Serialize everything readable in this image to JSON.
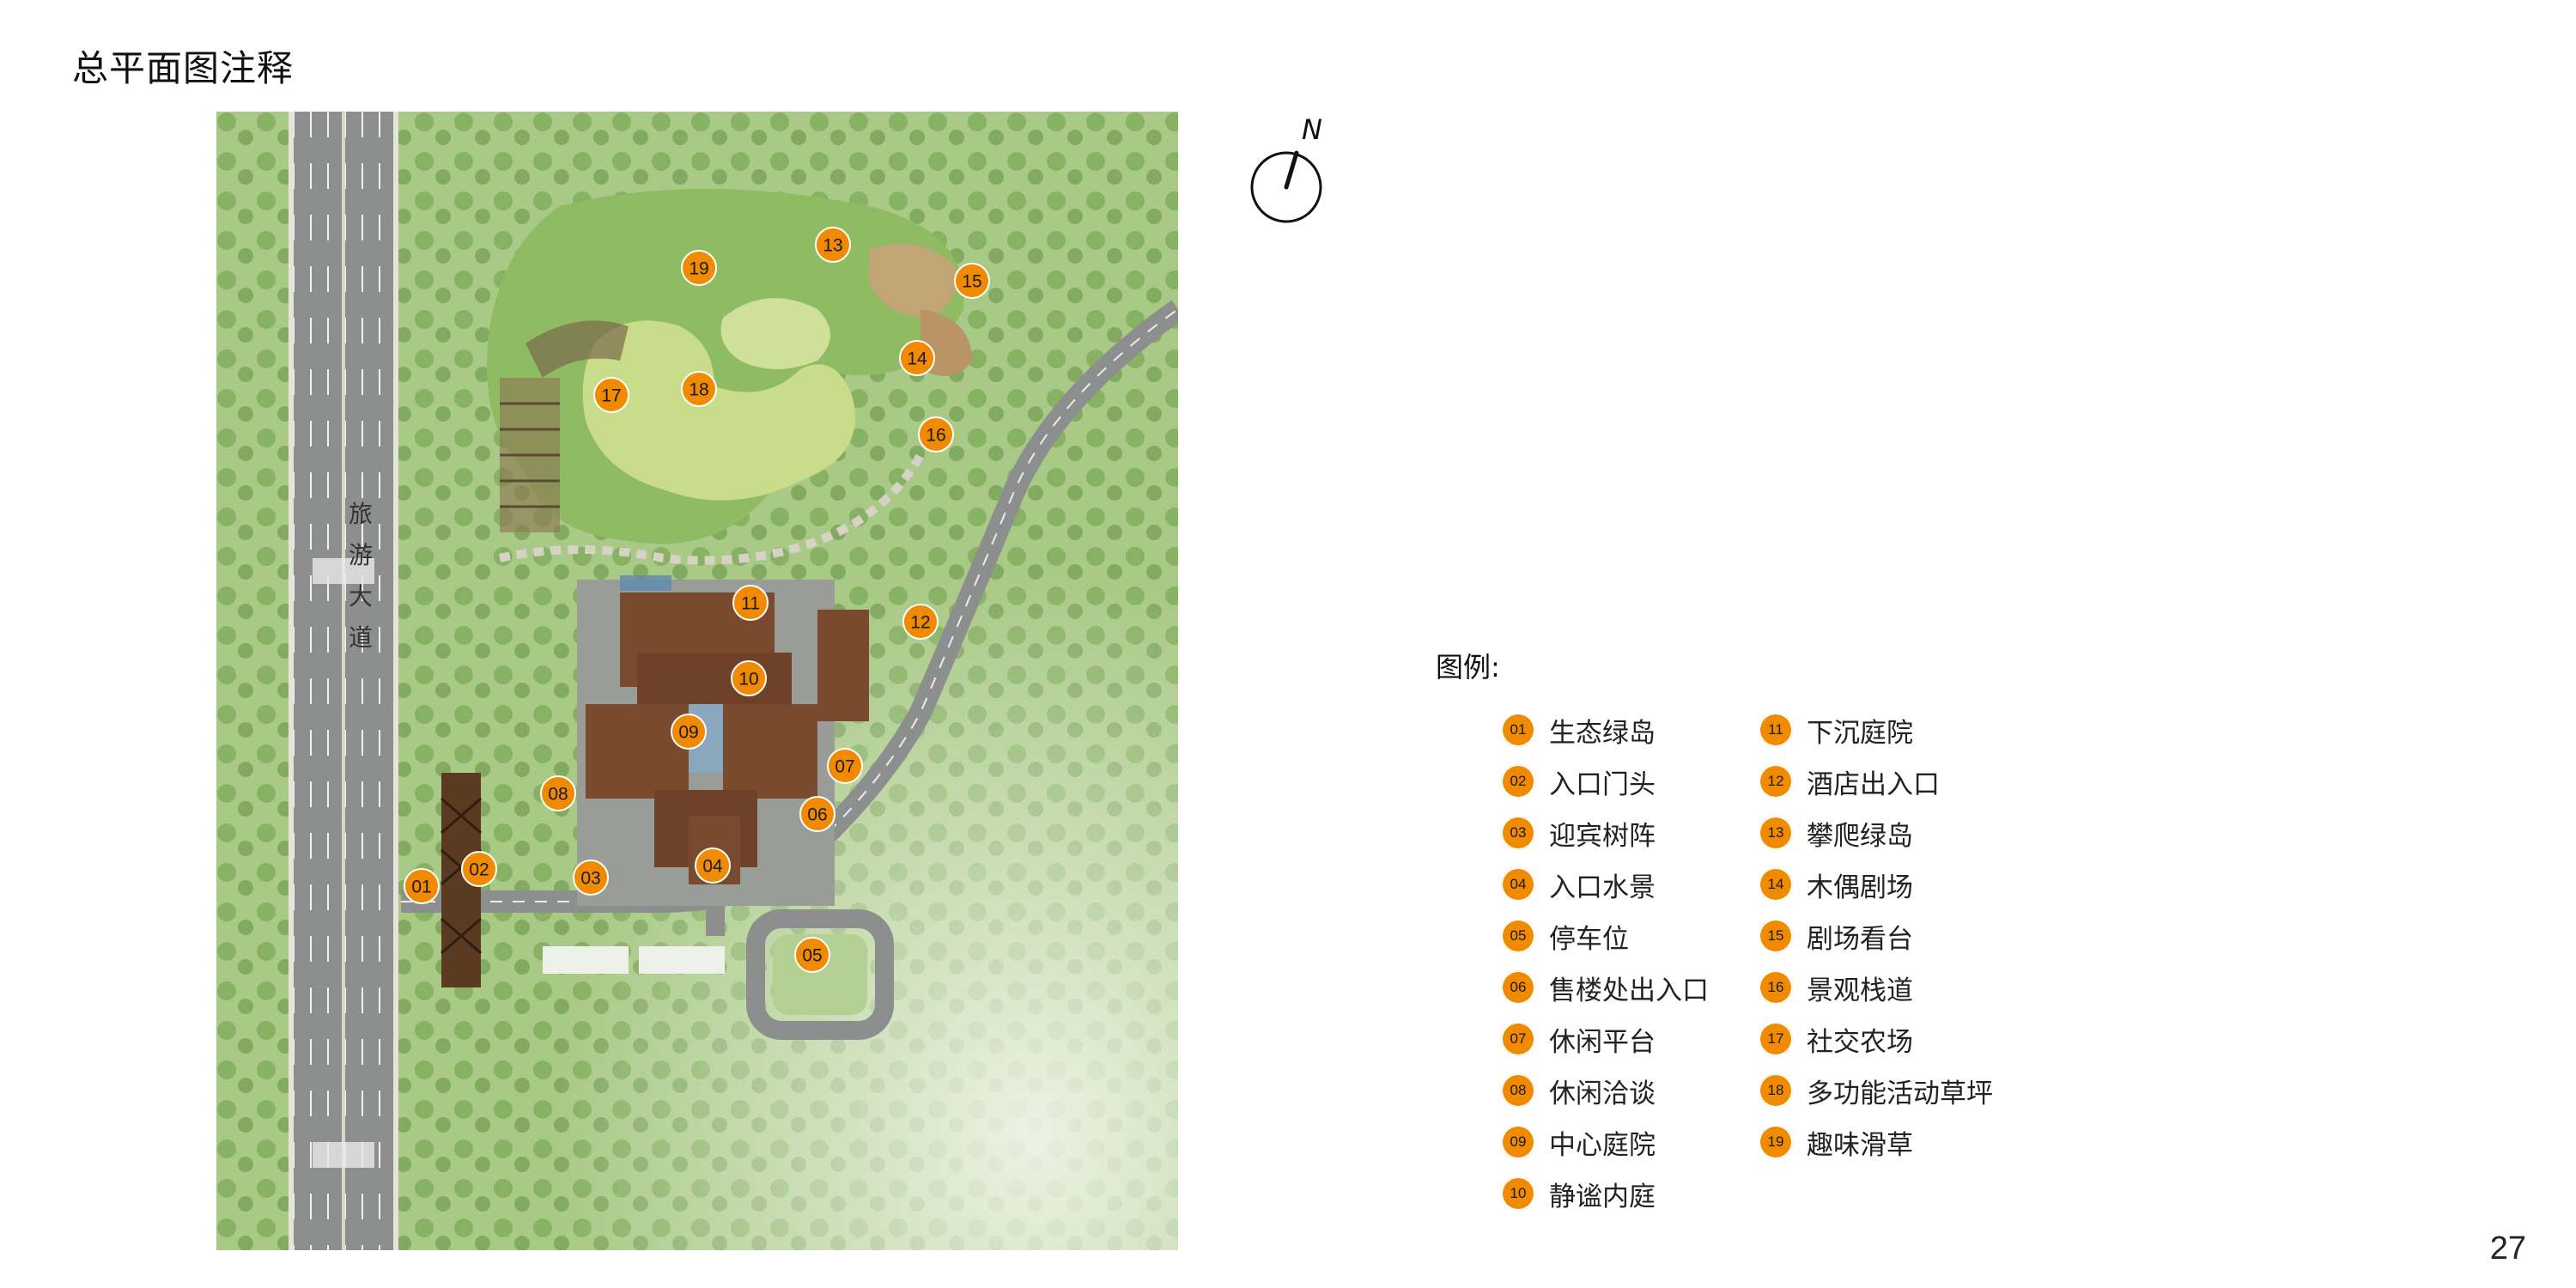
{
  "page": {
    "title": "总平面图注释",
    "number": "27"
  },
  "compass": {
    "label": "N"
  },
  "map": {
    "road_label_chars": [
      "旅",
      "游",
      "大",
      "道"
    ],
    "markers": [
      "01",
      "02",
      "03",
      "04",
      "05",
      "06",
      "07",
      "08",
      "09",
      "10",
      "11",
      "12",
      "13",
      "14",
      "15",
      "16",
      "17",
      "18",
      "19"
    ]
  },
  "legend": {
    "title": "图例:",
    "items": [
      {
        "num": "01",
        "label": "生态绿岛"
      },
      {
        "num": "02",
        "label": "入口门头"
      },
      {
        "num": "03",
        "label": "迎宾树阵"
      },
      {
        "num": "04",
        "label": "入口水景"
      },
      {
        "num": "05",
        "label": "停车位"
      },
      {
        "num": "06",
        "label": "售楼处出入口"
      },
      {
        "num": "07",
        "label": "休闲平台"
      },
      {
        "num": "08",
        "label": "休闲洽谈"
      },
      {
        "num": "09",
        "label": "中心庭院"
      },
      {
        "num": "10",
        "label": "静谧内庭"
      },
      {
        "num": "11",
        "label": "下沉庭院"
      },
      {
        "num": "12",
        "label": "酒店出入口"
      },
      {
        "num": "13",
        "label": "攀爬绿岛"
      },
      {
        "num": "14",
        "label": "木偶剧场"
      },
      {
        "num": "15",
        "label": "剧场看台"
      },
      {
        "num": "16",
        "label": "景观栈道"
      },
      {
        "num": "17",
        "label": "社交农场"
      },
      {
        "num": "18",
        "label": "多功能活动草坪"
      },
      {
        "num": "19",
        "label": "趣味滑草"
      }
    ]
  },
  "colors": {
    "marker": "#f08a00",
    "lawn": "#c9dc8a",
    "forest": "#7fae55",
    "roof": "#7a4a2e",
    "road": "#8d8f8e"
  }
}
